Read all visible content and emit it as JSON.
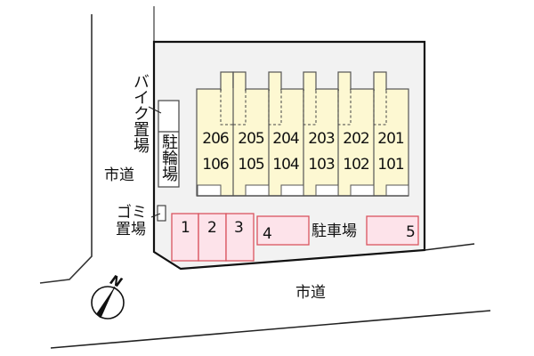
{
  "map": {
    "roads": {
      "west_road_label": "市道",
      "south_road_label": "市道"
    },
    "building": {
      "units_upper": [
        "206",
        "205",
        "204",
        "203",
        "202",
        "201"
      ],
      "units_lower": [
        "106",
        "105",
        "104",
        "103",
        "102",
        "101"
      ]
    },
    "bike_parking": {
      "callout_label": "バイク置場",
      "box_label": "駐輪場"
    },
    "garbage": {
      "label_line1": "ゴミ",
      "label_line2": "置場"
    },
    "parking": {
      "label": "駐車場",
      "spaces": [
        "1",
        "2",
        "3",
        "4",
        "5"
      ]
    },
    "compass": {
      "north_label": "N"
    },
    "colors": {
      "lot_fill": "#f2f2f2",
      "building_fill": "#fdf8d2",
      "parking_fill": "#fde3ea",
      "parking_stroke": "#d9545f",
      "line": "#111111"
    }
  }
}
